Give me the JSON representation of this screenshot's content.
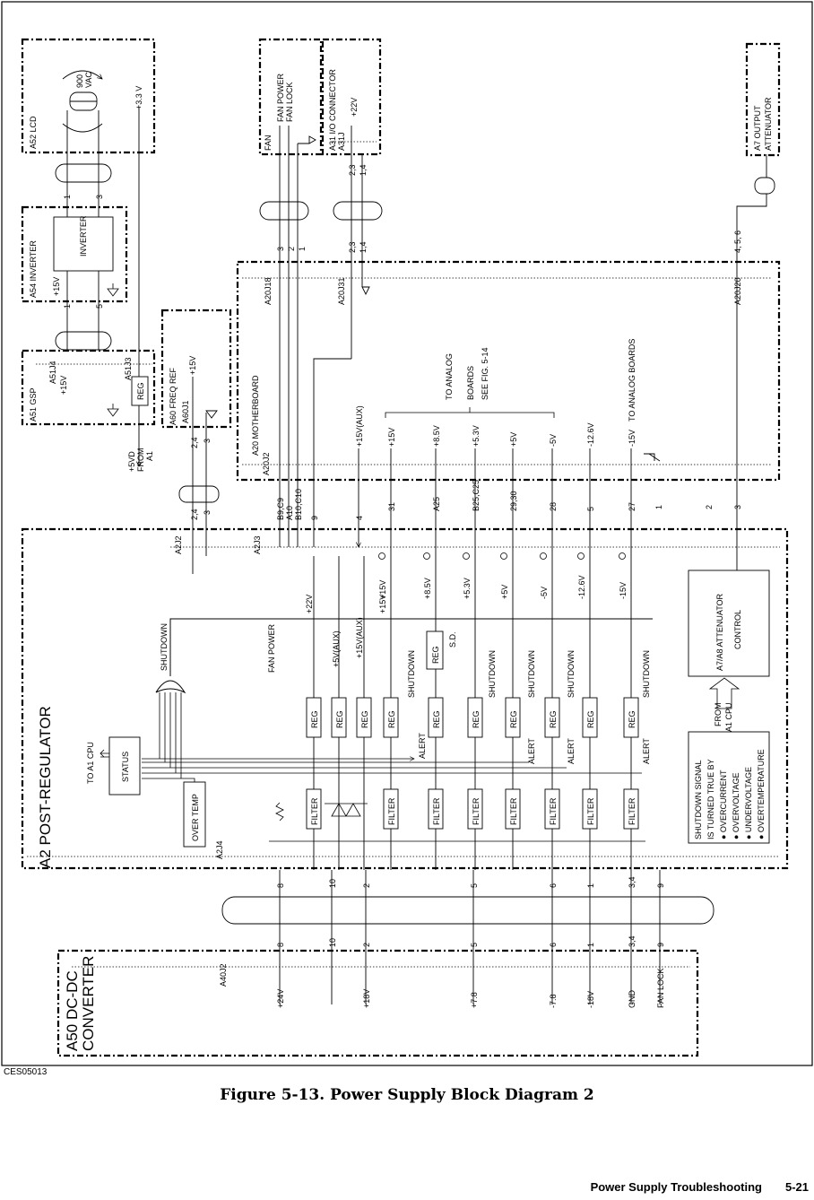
{
  "figure_code": "CES05013",
  "caption": "Figure 5-13. Power Supply Block Diagram 2",
  "footer": {
    "section": "Power Supply Troubleshooting",
    "page": "5-21"
  },
  "blocks": {
    "a52": "A52 LCD",
    "a54": "A54  INVERTER",
    "a51": "A51 GSP",
    "a60": "A60 FREQ REF",
    "fan": "FAN",
    "a31": "A31 I/O CONNECTOR",
    "a7": "A7 OUTPUT",
    "a7_sub": "ATTENUATOR",
    "a20": "A20 MOTHERBOARD",
    "a2": "A2 POST-REGULATOR",
    "a50_line1": "A50 DC-DC",
    "a50_line2": "CONVERTER"
  },
  "labels": {
    "vac_900": "900",
    "vac": "VAC",
    "v33": "+3.3 V",
    "inverter": "INVERTER",
    "p15v": "+15V",
    "reg": "REG",
    "a51j4": "A51J4",
    "a51j3": "A51J3",
    "p5vd": "+5VD",
    "from": "FROM",
    "a1": "A1",
    "a60j1": "A60J1",
    "p15v_60": "+15V",
    "fan_power": "FAN POWER",
    "fan_lock": "FAN LOCK",
    "a31j": "A31J",
    "p22v": "+22V",
    "a20j18": "A20J18",
    "a20j31": "A20J31",
    "a20j20": "A20J20",
    "a20j2": "A20J2",
    "p15v_aux": "+15V(AUX)",
    "to_analog": "TO ANALOG",
    "boards": "BOARDS",
    "see_fig": "SEE FIG. 5-14",
    "to_analog_boards": "TO ANALOG BOARDS",
    "a2j2": "A2J2",
    "a2j3": "A2J3",
    "a2j4": "A2J4",
    "shutdown": "SHUTDOWN",
    "fan_power_a2": "FAN POWER",
    "p5v_aux": "+5V(AUX)",
    "p15v_aux2": "+15V(AUX)",
    "sd": "S.D.",
    "alert": "ALERT",
    "filter": "FILTER",
    "status": "STATUS",
    "to_a1_cpu": "TO A1 CPU",
    "over_temp": "OVER TEMP",
    "atten_line1": "A7/A8 ATTENUATOR",
    "atten_line2": "CONTROL",
    "from_a1_cpu_1": "FROM",
    "from_a1_cpu_2": "A1 CPU",
    "shutdown_signal": "SHUTDOWN SIGNAL",
    "is_true_by": "IS TURNED TRUE BY",
    "overcurrent": "● OVERCURRENT",
    "overvoltage": "● OVERVOLTAGE",
    "undervoltage": "● UNDERVOLTAGE",
    "overtemperature": "● OVERTEMPERATURE",
    "a40j2": "A40J2",
    "pins_1": "1",
    "pins_3": "3",
    "pins_5": "5",
    "pins_23": "2,3",
    "pins_14": "1,4",
    "pins_24": "2,4",
    "pins_456": "4, 5, 6",
    "pins_3b": "3",
    "pins_2": "2",
    "pins_1b": "1"
  },
  "mb_rails": [
    {
      "label": "+15V",
      "pin": "31",
      "a2v": "+15V"
    },
    {
      "label": "+8.5V",
      "pin": "A25",
      "a2v": "+8.5V"
    },
    {
      "label": "+5.3V",
      "pin": "B25,C25",
      "a2v": "+5.3V"
    },
    {
      "label": "+5V",
      "pin": "29,30",
      "a2v": "+5V"
    },
    {
      "label": "-5V",
      "pin": "28",
      "a2v": "-5V"
    },
    {
      "label": "-12.6V",
      "pin": "5",
      "a2v": "-12.6V"
    },
    {
      "label": "-15V",
      "pin": "27",
      "a2v": "-15V"
    }
  ],
  "mb_left_pins": [
    {
      "pin": "B9,C9"
    },
    {
      "pin": "A10"
    },
    {
      "pin": "B10,C10"
    },
    {
      "pin": "9"
    },
    {
      "pin": "4"
    }
  ],
  "mb_right_pins": [
    {
      "pin": "1"
    },
    {
      "pin": "2"
    },
    {
      "pin": "3"
    }
  ],
  "a2_v22": "+22V",
  "a2_v15": "+15V",
  "converter": [
    {
      "pin": "8",
      "label": "+24V"
    },
    {
      "pin": "10",
      "label": ""
    },
    {
      "pin": "2",
      "label": "+18V"
    },
    {
      "pin": "5",
      "label": "+7.8"
    },
    {
      "pin": "6",
      "label": "-7.8"
    },
    {
      "pin": "1",
      "label": "-18V"
    },
    {
      "pin": "3,4",
      "label": "GND"
    },
    {
      "pin": "9",
      "label": "FAN LOCK"
    }
  ]
}
